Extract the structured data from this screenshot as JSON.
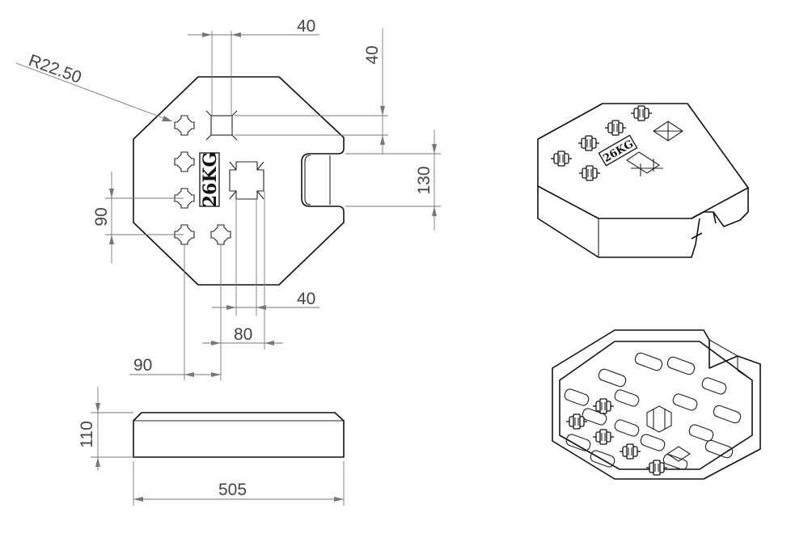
{
  "marking_text": "26KG",
  "dimensions": {
    "radius": "R22.50",
    "top_width": "40",
    "top_offset": "40",
    "slot_height": "130",
    "hole_pitch": "90",
    "cross_width": "40",
    "cross_offset": "80",
    "hole_offset": "90",
    "height": "110",
    "length": "505"
  }
}
